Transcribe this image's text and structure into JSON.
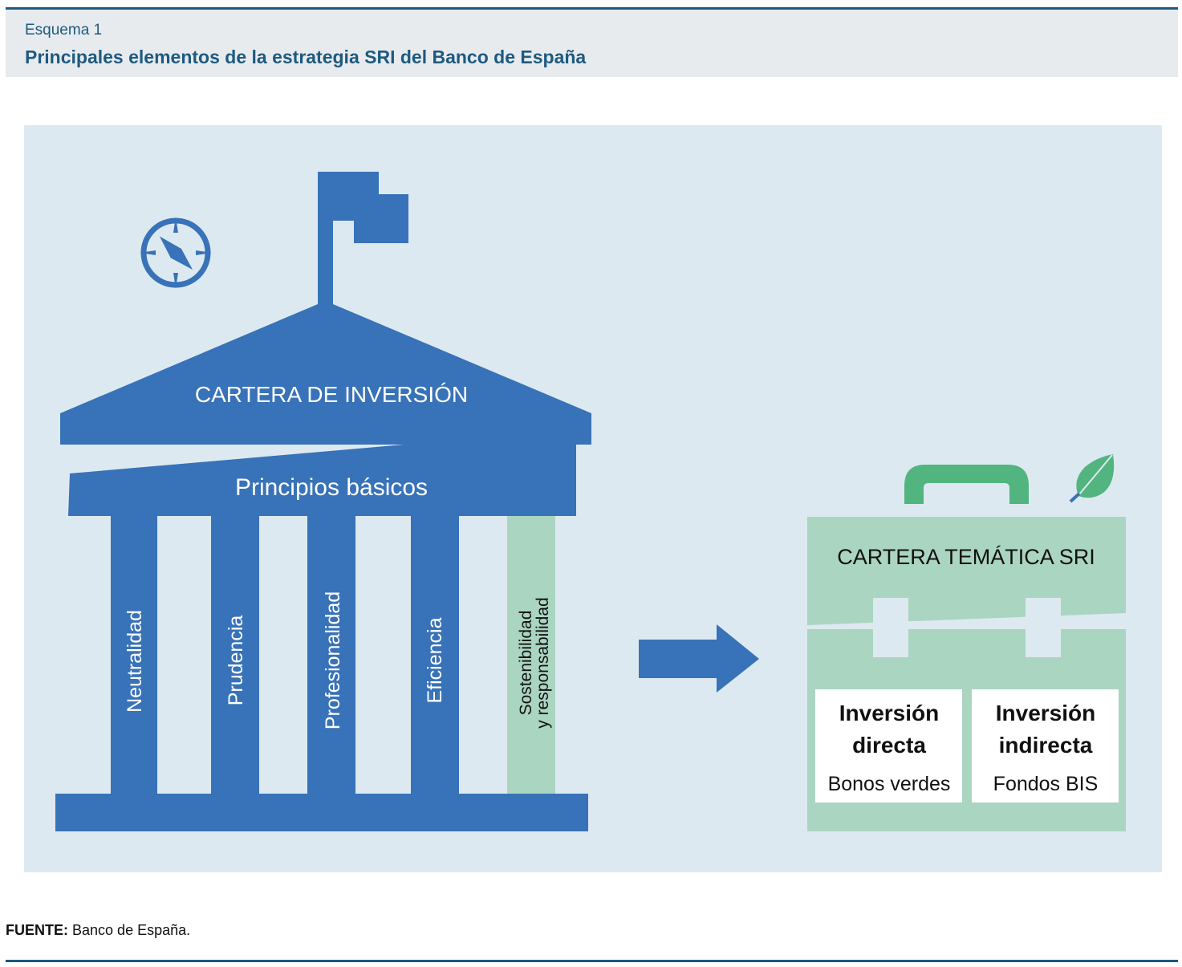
{
  "header": {
    "kicker": "Esquema 1",
    "title": "Principales elementos de la estrategia SRI del Banco de España"
  },
  "colors": {
    "brand_blue": "#3872b8",
    "header_text": "#1d5a80",
    "panel_bg": "#dde9f0",
    "light_green": "#aad5c1",
    "green": "#52b57f"
  },
  "icons": {
    "compass": "compass-icon",
    "flag": "flag-icon",
    "leaf": "leaf-icon",
    "arrow": "arrow-right-icon"
  },
  "building": {
    "roof_label": "CARTERA DE INVERSIÓN",
    "entablature_label": "Principios básicos",
    "pillars": [
      {
        "label": "Neutralidad"
      },
      {
        "label": "Prudencia"
      },
      {
        "label": "Profesionalidad"
      },
      {
        "label": "Eficiencia"
      },
      {
        "label_line1": "Sostenibilidad",
        "label_line2": "y responsabilidad",
        "highlight": true
      }
    ]
  },
  "briefcase": {
    "title": "CARTERA TEMÁTICA SRI",
    "boxes": [
      {
        "heading_line1": "Inversión",
        "heading_line2": "directa",
        "detail": "Bonos verdes"
      },
      {
        "heading_line1": "Inversión",
        "heading_line2": "indirecta",
        "detail": "Fondos BIS"
      }
    ]
  },
  "source": {
    "label": "FUENTE:",
    "text": "Banco de España."
  }
}
